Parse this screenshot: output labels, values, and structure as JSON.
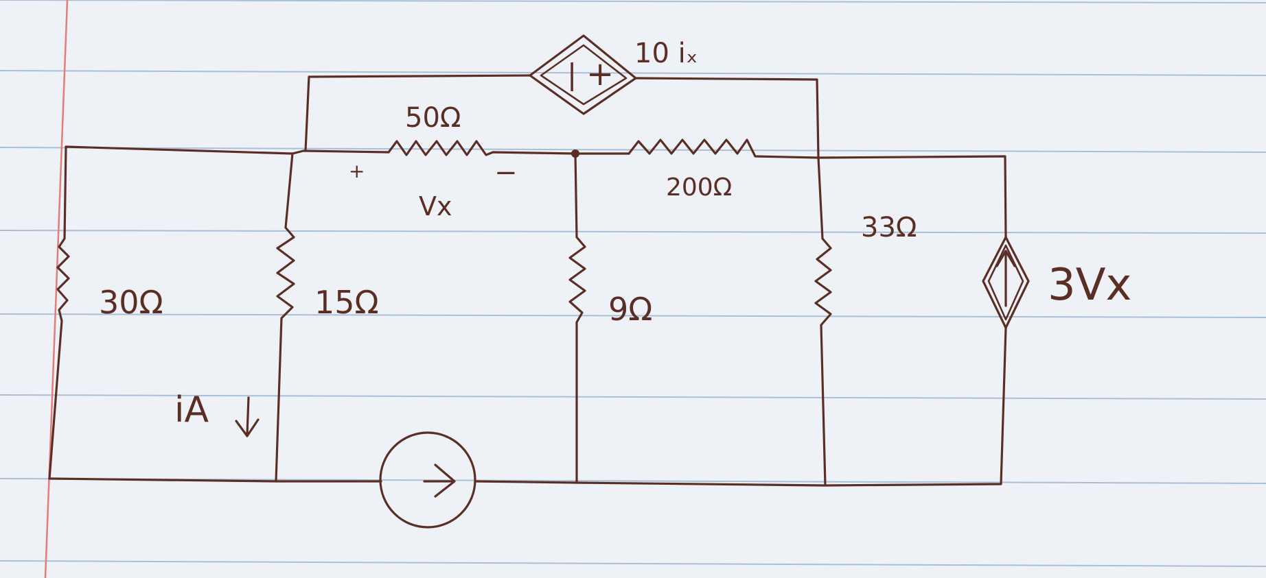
{
  "labels": {
    "r50": "50Ω",
    "vx_plus": "+",
    "vx_minus": "−",
    "vx": "Vx",
    "r200": "200Ω",
    "r30": "30Ω",
    "r15": "15Ω",
    "r9": "9Ω",
    "r33": "33Ω",
    "vcvs": "10 iₓ",
    "vcvs_minus": "|",
    "vcvs_plus": "+",
    "cccs": "3Vx",
    "ia": "iA"
  },
  "colors": {
    "ink": "#5a2e24",
    "paper": "#eef1f6",
    "rule": "#a9bfd8",
    "margin": "#e27d7a"
  },
  "icons": {
    "dependent_voltage_source": "diamond-plus-minus-icon",
    "dependent_current_source": "diamond-up-arrow-icon",
    "independent_current_source": "circle-right-arrow-icon",
    "current_direction": "down-arrow-icon"
  }
}
